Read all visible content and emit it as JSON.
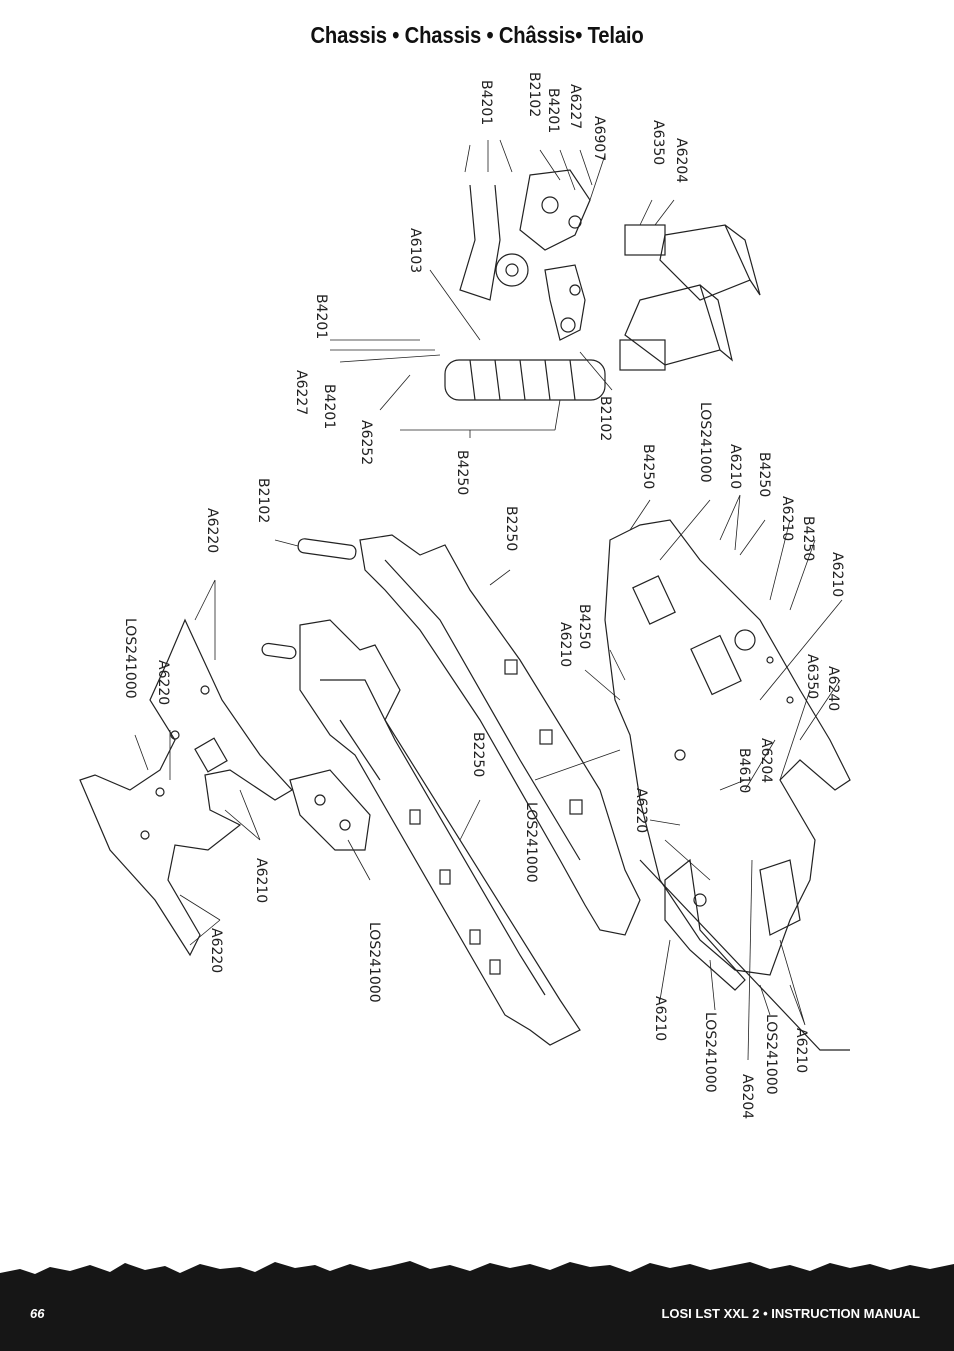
{
  "page": {
    "title": "Chassis • Chassis • Châssis• Telaio",
    "page_number": "66",
    "manual_title": "LOSI LST XXL 2 • INSTRUCTION MANUAL"
  },
  "part_labels": {
    "b4201_a": "B4201",
    "b2102_a": "B2102",
    "b4201_b": "B4201",
    "a6227_a": "A6227",
    "a6907": "A6907",
    "a6350_a": "A6350",
    "a6204_a": "A6204",
    "a6103": "A6103",
    "b4201_c": "B4201",
    "a6227_b": "A6227",
    "b4201_d": "B4201",
    "a6252": "A6252",
    "b4250_a": "B4250",
    "b2102_b": "B2102",
    "los241000_a": "LOS241000",
    "b4250_b": "B4250",
    "a6210_a": "A6210",
    "b4250_c": "B4250",
    "a6210_b": "A6210",
    "b4250_d": "B4250",
    "a6210_c": "A6210",
    "b2102_c": "B2102",
    "b2250_a": "B2250",
    "a6220_a": "A6220",
    "los241000_b": "LOS241000",
    "a6220_b": "A6220",
    "b4250_e": "B4250",
    "a6210_d": "A6210",
    "a6240": "A6240",
    "a6350_b": "A6350",
    "a6204_b": "A6204",
    "b4610": "B4610",
    "a6220_c": "A6220",
    "b2250_b": "B2250",
    "los241000_c": "LOS241000",
    "a6210_e": "A6210",
    "a6220_d": "A6220",
    "los241000_d": "LOS241000",
    "a6210_f": "A6210",
    "los241000_e": "LOS241000",
    "a6204_c": "A6204",
    "los241000_f": "LOS241000",
    "a6210_g": "A6210"
  }
}
